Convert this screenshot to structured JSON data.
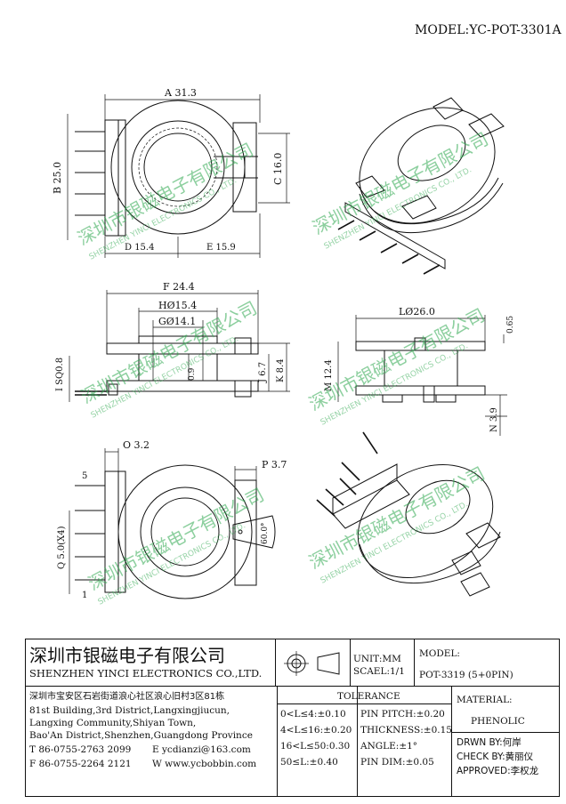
{
  "model_header": "MODEL:YC-POT-3301A",
  "dims": {
    "A": "A 31.3",
    "B": "B 25.0",
    "C": "C 16.0",
    "D": "D 15.4",
    "E": "E 15.9",
    "F": "F 24.4",
    "H": "HØ15.4",
    "G": "GØ14.1",
    "I": "I SQ0.8",
    "J": "J 6.7",
    "K": "K 8.4",
    "t09": "0.9",
    "L": "LØ26.0",
    "M": "M 12.4",
    "N": "N 3.9",
    "t065": "0.65",
    "O": "O 3.2",
    "P": "P 3.7",
    "Q": "Q 5.0(X4)",
    "ang": "60.0°",
    "pin5": "5",
    "pin1": "1"
  },
  "watermark": {
    "cn": "深圳市银磁电子有限公司",
    "en": "SHENZHEN YINCI ELECTRONICS CO., LTD."
  },
  "title_block": {
    "company_cn": "深圳市银磁电子有限公司",
    "company_en": "SHENZHEN YINCI ELECTRONICS CO.,LTD.",
    "unit": "UNIT:MM",
    "scale": "SCAEL:1/1",
    "model_label": "MODEL:",
    "model_value": "POT-3319 (5+0PIN)",
    "address_cn": "深圳市宝安区石岩街道浪心社区浪心旧村3区81栋",
    "address_en_1": "81st Building,3rd District,Langxingjiucun,",
    "address_en_2": "Langxing Community,Shiyan Town,",
    "address_en_3": "Bao'An District,Shenzhen,Guangdong Province",
    "tel": "T 86-0755-2763 2099",
    "email": "E ycdianzi@163.com",
    "fax": "F 86-0755-2264 2121",
    "web": "W www.ycbobbin.com",
    "tolerance_title": "TOLERANCE",
    "tol_rows": [
      "0<L≤4:±0.10",
      "4<L≤16:±0.20",
      "16<L≤50:0.30",
      "50≤L:±0.40"
    ],
    "spec_rows": [
      "PIN PITCH:±0.20",
      "THICKNESS:±0.15",
      "ANGLE:±1°",
      "PIN DIM:±0.05"
    ],
    "material_label": "MATERIAL:",
    "material_value": "PHENOLIC",
    "drawn_by": "DRWN BY:何岸",
    "check_by": "CHECK BY:黄丽仪",
    "approved": "APPROVED:李权龙"
  }
}
